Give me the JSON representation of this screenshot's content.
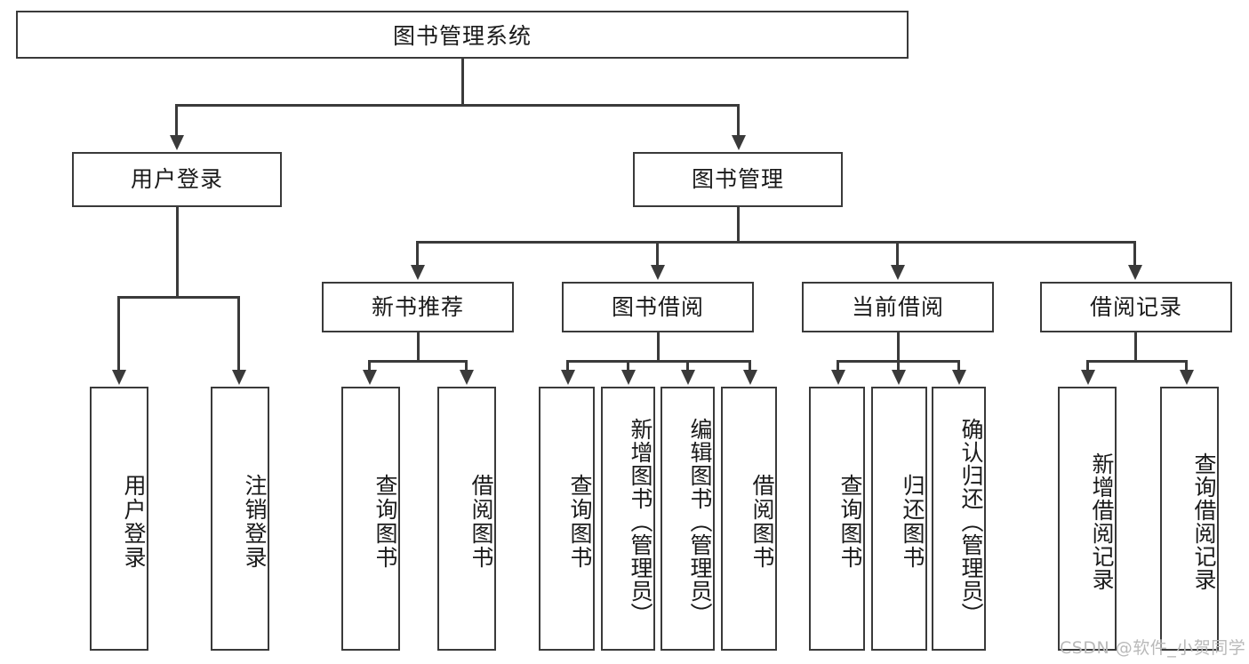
{
  "diagram": {
    "title": "图书管理系统",
    "type": "tree-hierarchy-chart",
    "root": {
      "label": "图书管理系统"
    },
    "level2": [
      {
        "id": "user-login",
        "label": "用户登录"
      },
      {
        "id": "book-management",
        "label": "图书管理"
      }
    ],
    "level3": [
      {
        "id": "new-book-recommend",
        "label": "新书推荐"
      },
      {
        "id": "book-borrow",
        "label": "图书借阅"
      },
      {
        "id": "current-borrow",
        "label": "当前借阅"
      },
      {
        "id": "borrow-record",
        "label": "借阅记录"
      }
    ],
    "leaves": {
      "user_login": [
        {
          "id": "leaf-user-login",
          "label": "用户登录"
        },
        {
          "id": "leaf-logout-login",
          "label": "注销登录"
        }
      ],
      "new_book_recommend": [
        {
          "id": "leaf-query-book-1",
          "label": "查询图书"
        },
        {
          "id": "leaf-borrow-book-1",
          "label": "借阅图书"
        }
      ],
      "book_borrow": [
        {
          "id": "leaf-query-book-2",
          "label": "查询图书"
        },
        {
          "id": "leaf-add-book",
          "label": "新增图书（管理员）"
        },
        {
          "id": "leaf-edit-book",
          "label": "编辑图书（管理员）"
        },
        {
          "id": "leaf-borrow-book-2",
          "label": "借阅图书"
        }
      ],
      "current_borrow": [
        {
          "id": "leaf-query-book-3",
          "label": "查询图书"
        },
        {
          "id": "leaf-return-book",
          "label": "归还图书"
        },
        {
          "id": "leaf-confirm-return",
          "label": "确认归还（管理员）"
        }
      ],
      "borrow_record": [
        {
          "id": "leaf-add-record",
          "label": "新增借阅记录"
        },
        {
          "id": "leaf-query-record",
          "label": "查询借阅记录"
        }
      ]
    },
    "watermark": "CSDN @软件_小贺同学",
    "colors": {
      "stroke": "#3a3a3a",
      "text": "#1a1a1a",
      "background": "#ffffff",
      "watermark": "#b9b9b9"
    }
  }
}
